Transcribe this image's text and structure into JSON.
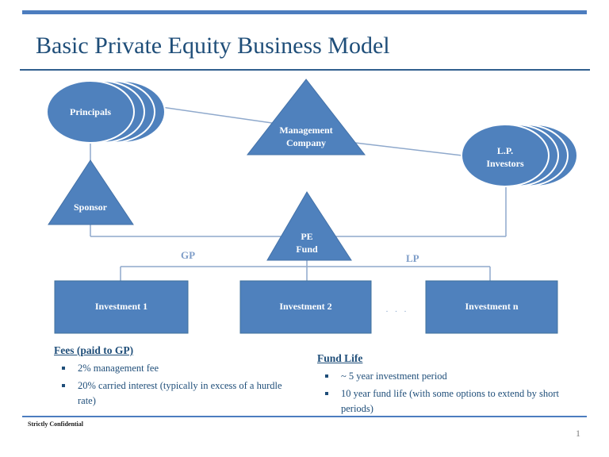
{
  "slide": {
    "title": "Basic Private Equity Business Model",
    "footer": {
      "classification": "Strictly Confidential",
      "page_number": "1"
    }
  },
  "diagram": {
    "nodes": {
      "principals": "Principals",
      "management_company": "Management\nCompany",
      "lp_investors": "L.P.\nInvestors",
      "sponsor": "Sponsor",
      "pe_fund": "PE\nFund",
      "investment_1": "Investment 1",
      "investment_2": "Investment 2",
      "investment_n": "Investment n"
    },
    "edge_labels": {
      "gp": "GP",
      "lp": "LP"
    },
    "ellipsis": ". . ."
  },
  "notes": {
    "fees": {
      "heading": "Fees (paid to GP)",
      "items": [
        "2% management fee",
        "20% carried interest (typically in excess of a hurdle rate)"
      ]
    },
    "fund_life": {
      "heading": "Fund Life",
      "items": [
        "~ 5 year investment period",
        "10 year fund life (with some options to extend by short periods)"
      ]
    }
  },
  "colors": {
    "shape_fill": "#4F81BD",
    "shape_border": "#41719C",
    "shape_text": "#FFFFFF",
    "connector": "#8FA9CC",
    "title_text": "#1F4E79",
    "body_text": "#1F4E79",
    "accent_bar": "#4C7DBF",
    "edge_label_text": "#7E9DC8",
    "page_number_text": "#7F7F7F"
  }
}
